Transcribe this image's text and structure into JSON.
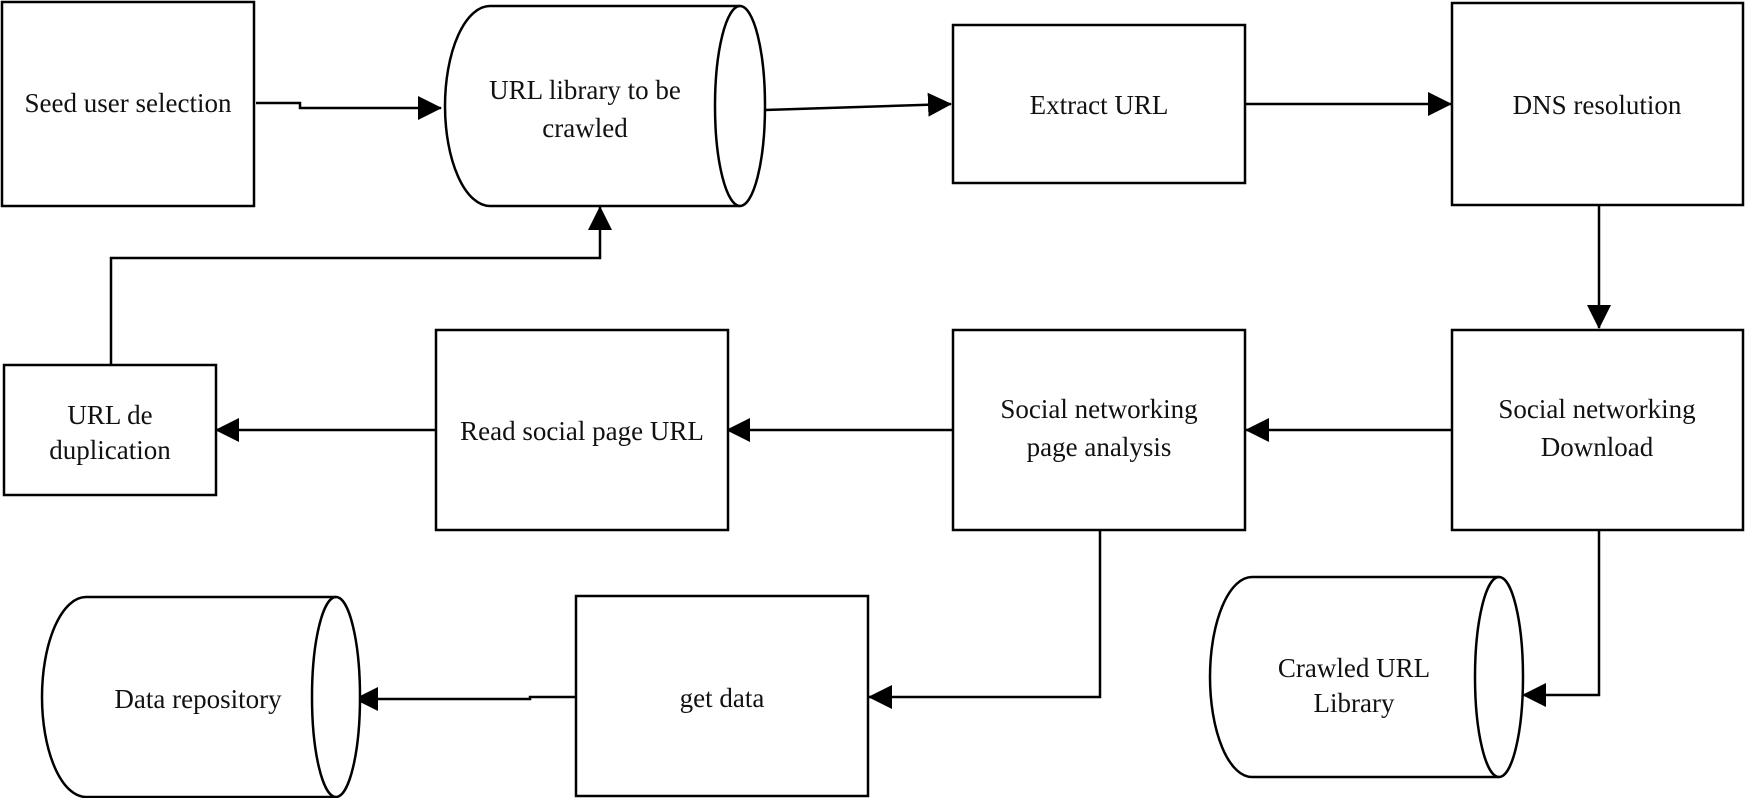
{
  "nodes": {
    "seed_user_selection": {
      "label": "Seed user selection"
    },
    "url_library_to_be_crawled": {
      "label_line1": "URL library to be",
      "label_line2": "crawled"
    },
    "extract_url": {
      "label": "Extract URL"
    },
    "dns_resolution": {
      "label": "DNS resolution"
    },
    "social_networking_download": {
      "label_line1": "Social networking",
      "label_line2": "Download"
    },
    "social_networking_page_analysis": {
      "label_line1": "Social networking",
      "label_line2": "page analysis"
    },
    "read_social_page_url": {
      "label": "Read social page URL"
    },
    "url_de_duplication": {
      "label_line1": "URL de",
      "label_line2": "duplication"
    },
    "crawled_url_library": {
      "label_line1": "Crawled URL",
      "label_line2": "Library"
    },
    "get_data": {
      "label": "get data"
    },
    "data_repository": {
      "label": "Data repository"
    }
  },
  "edges": [
    {
      "from": "Seed user selection",
      "to": "URL library to be crawled"
    },
    {
      "from": "URL library to be crawled",
      "to": "Extract URL"
    },
    {
      "from": "Extract URL",
      "to": "DNS resolution"
    },
    {
      "from": "DNS resolution",
      "to": "Social networking Download"
    },
    {
      "from": "Social networking Download",
      "to": "Social networking page analysis"
    },
    {
      "from": "Social networking Download",
      "to": "Crawled URL Library"
    },
    {
      "from": "Social networking page analysis",
      "to": "Read social page URL"
    },
    {
      "from": "Social networking page analysis",
      "to": "get data"
    },
    {
      "from": "Read social page URL",
      "to": "URL de duplication"
    },
    {
      "from": "URL de duplication",
      "to": "URL library to be crawled"
    },
    {
      "from": "get data",
      "to": "Data repository"
    }
  ]
}
